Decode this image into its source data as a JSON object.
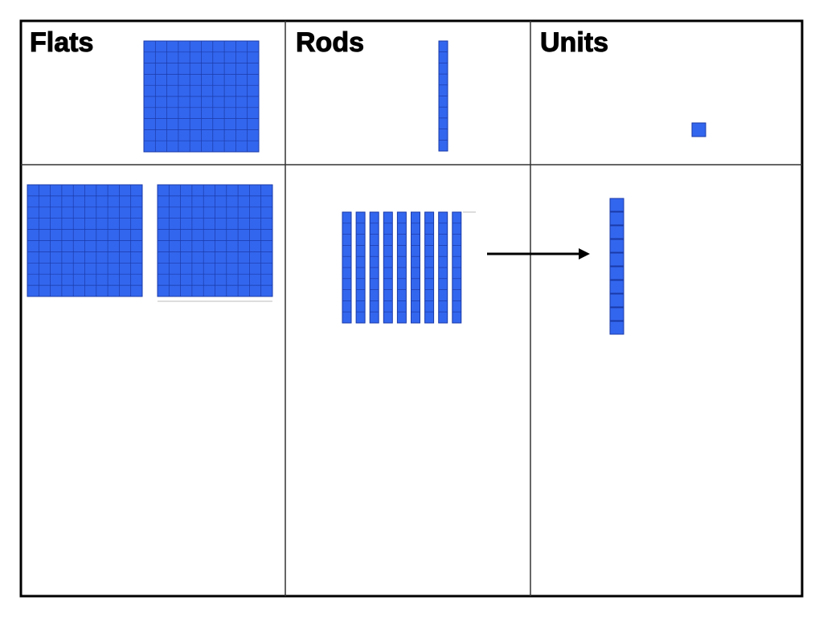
{
  "headings": {
    "flats": "Flats",
    "rods": "Rods",
    "units": "Units"
  },
  "colors": {
    "block_fill": "#3366ee",
    "grid_line": "#1a3aa8",
    "border": "#000000",
    "divider": "#333333",
    "arrow": "#000000"
  },
  "icons": {
    "flat_block": "ten-by-ten-square-icon",
    "rod_block": "one-by-ten-bar-icon",
    "unit_block": "single-cube-icon",
    "arrow": "arrow-right-icon"
  },
  "counts": {
    "bottom_flats": 2,
    "bottom_rods": 9,
    "bottom_units": 10
  }
}
